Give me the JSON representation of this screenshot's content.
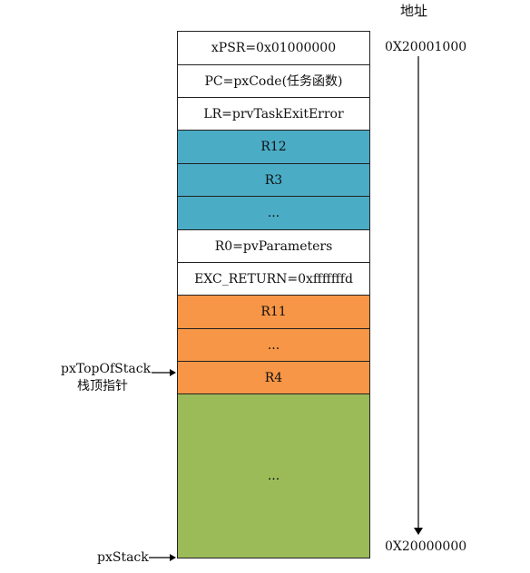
{
  "header_label": "地址",
  "addresses": {
    "top": "0X20001000",
    "bottom": "0X20000000"
  },
  "stack": {
    "cells": [
      {
        "text": "xPSR=0x01000000",
        "color": "#ffffff"
      },
      {
        "text": "PC=pxCode(任务函数)",
        "color": "#ffffff"
      },
      {
        "text": "LR=prvTaskExitError",
        "color": "#ffffff"
      },
      {
        "text": "R12",
        "color": "#4bacc6"
      },
      {
        "text": "R3",
        "color": "#4bacc6"
      },
      {
        "text": "...",
        "color": "#4bacc6"
      },
      {
        "text": "R0=pvParameters",
        "color": "#ffffff"
      },
      {
        "text": "EXC_RETURN=0xfffffffd",
        "color": "#ffffff"
      },
      {
        "text": "R11",
        "color": "#f79646"
      },
      {
        "text": "...",
        "color": "#f79646"
      },
      {
        "text": "R4",
        "color": "#f79646"
      },
      {
        "text": "...",
        "color": "#9bbb59"
      }
    ]
  },
  "pointers": {
    "top_of_stack_line1": "pxTopOfStack",
    "top_of_stack_line2": "栈顶指针",
    "stack_base": "pxStack"
  }
}
